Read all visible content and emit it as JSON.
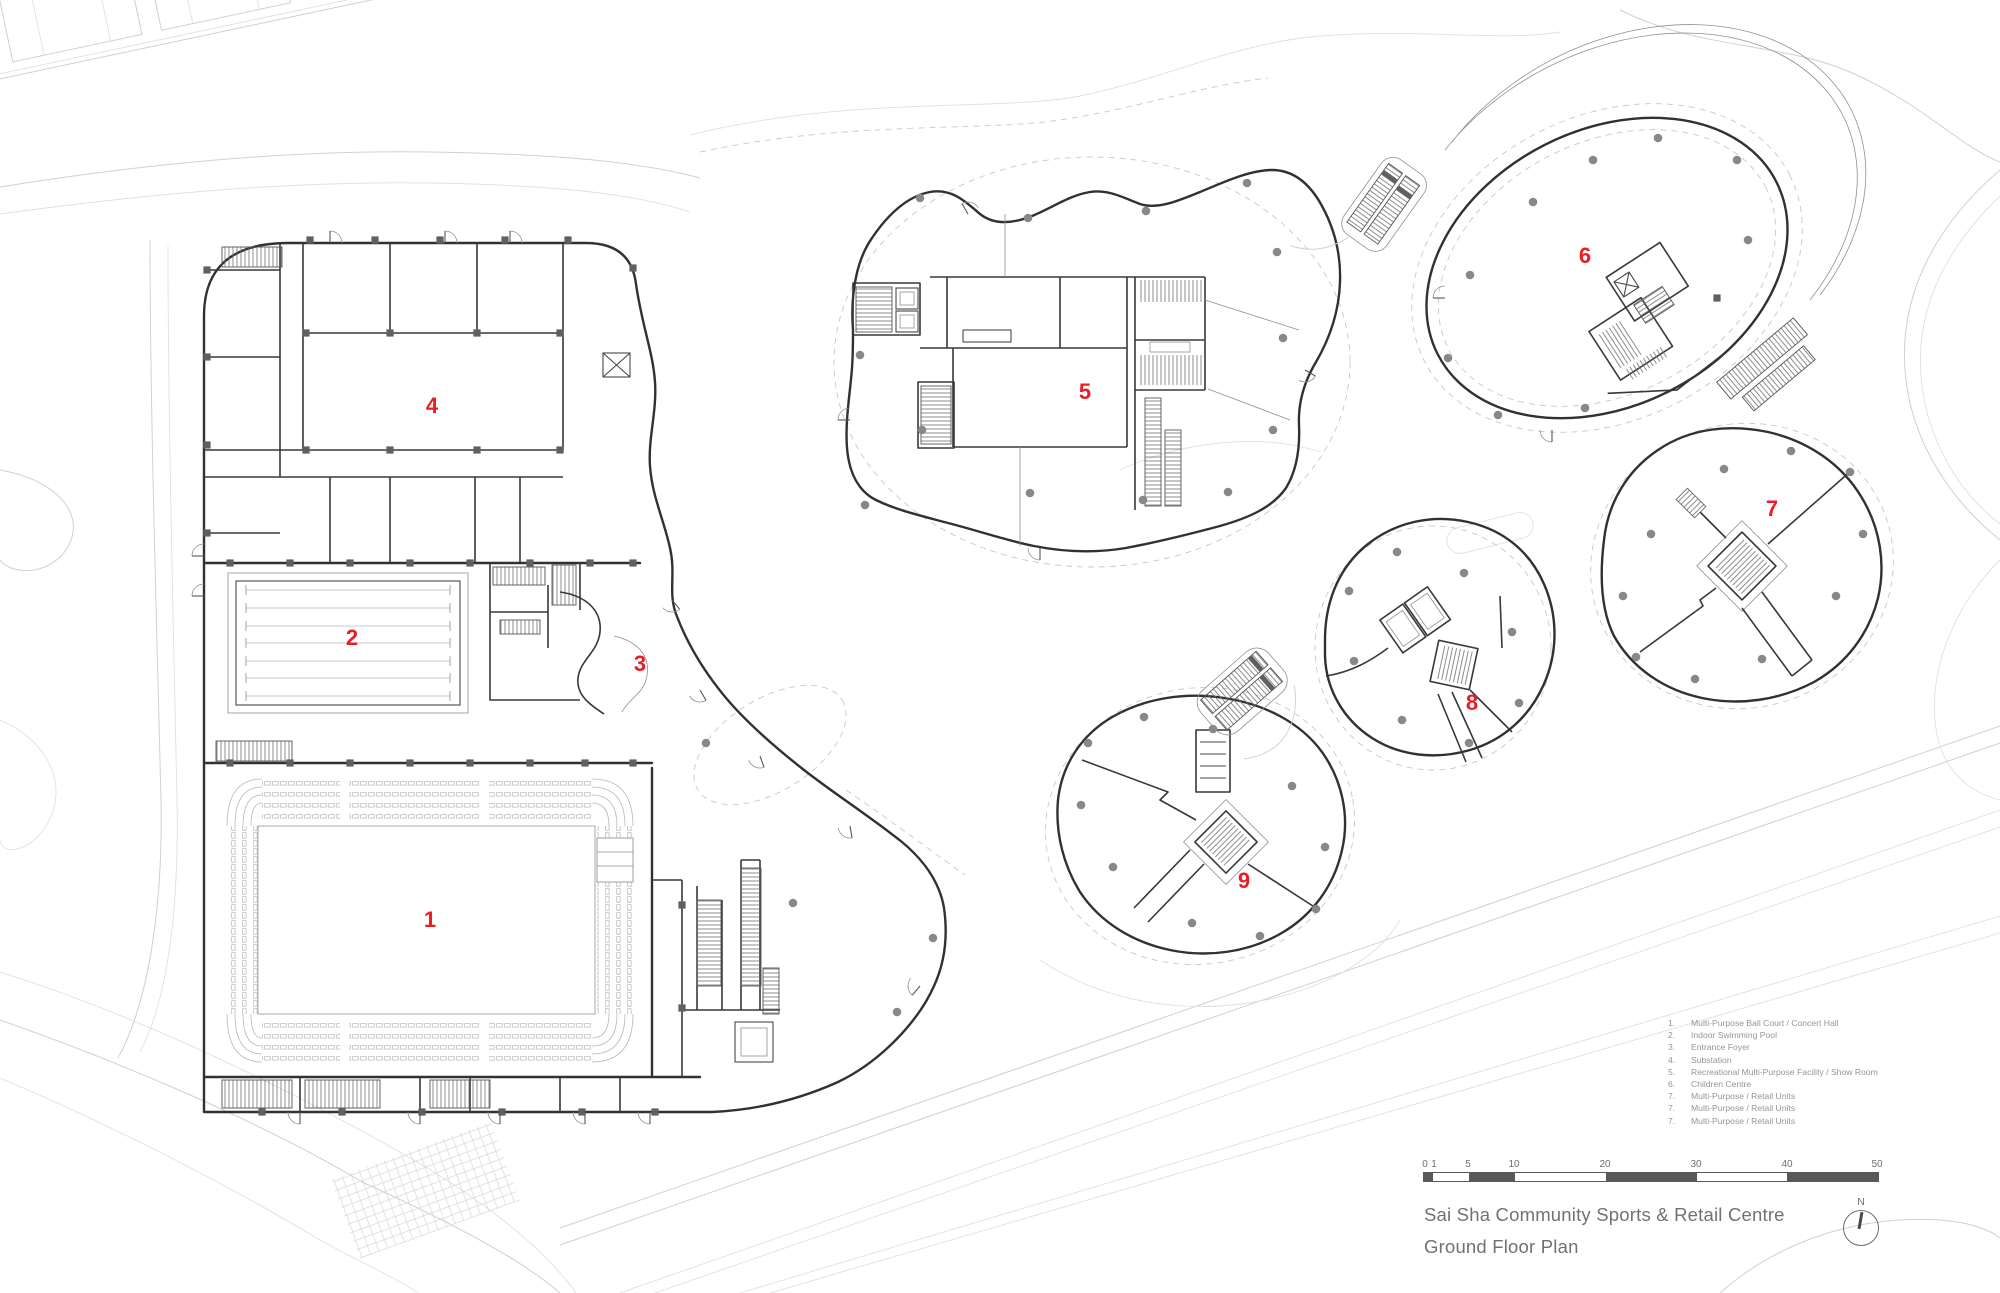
{
  "document": {
    "title_line1": "Sai Sha Community Sports & Retail Centre",
    "title_line2": "Ground Floor Plan"
  },
  "plan": {
    "labels": [
      "1",
      "2",
      "3",
      "4",
      "5",
      "6",
      "7",
      "8",
      "9"
    ],
    "label_color": "#ec1c24"
  },
  "legend": {
    "items": [
      {
        "num": "1.",
        "text": "Multi-Purpose Ball Court / Concert Hall"
      },
      {
        "num": "2.",
        "text": "Indoor Swimming Pool"
      },
      {
        "num": "3.",
        "text": "Entrance Foyer"
      },
      {
        "num": "4.",
        "text": "Substation"
      },
      {
        "num": "5.",
        "text": "Recreational Multi-Purpose Facility / Show Room"
      },
      {
        "num": "6.",
        "text": "Children Centre"
      },
      {
        "num": "7.",
        "text": "Multi-Purpose / Retail Units"
      },
      {
        "num": "7.",
        "text": "Multi-Purpose / Retail Units"
      },
      {
        "num": "7.",
        "text": "Multi-Purpose / Retail Units"
      }
    ]
  },
  "scale_bar": {
    "ticks": [
      "0",
      "1",
      "5",
      "10",
      "20",
      "30",
      "40",
      "50"
    ],
    "dark_color": "#58595b"
  },
  "north_arrow": {
    "label": "N"
  },
  "colors": {
    "accent_red": "#ec1c24",
    "wall_dark": "#303134",
    "column_gray": "#87888a",
    "site_gray": "#cfd0d2",
    "annotation_gray": "#707174"
  }
}
